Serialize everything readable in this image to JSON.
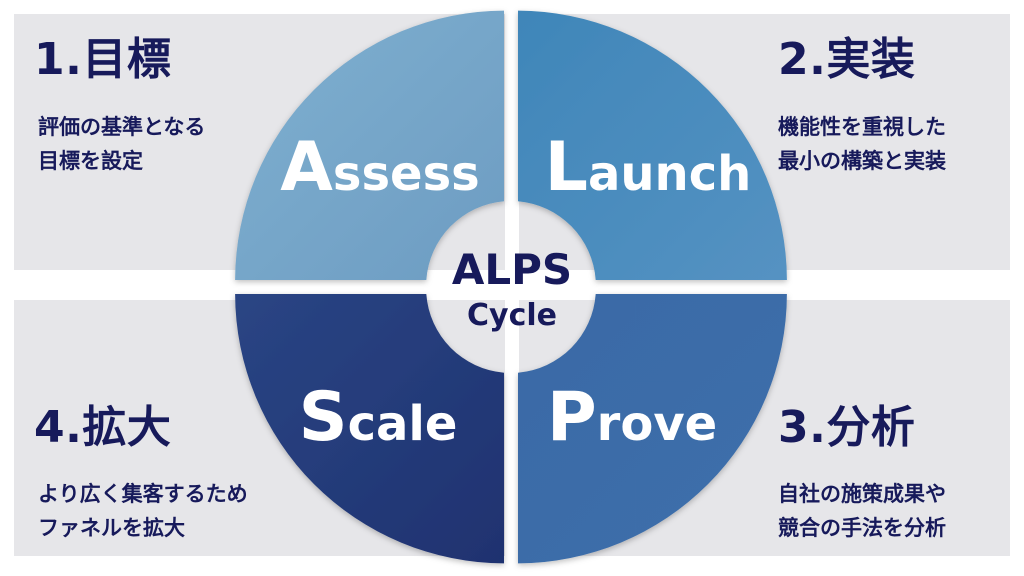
{
  "colors": {
    "navy_text": "#171a5b",
    "panel_bg": "#e6e6e9",
    "assess": "#78a6c8",
    "launch": "#4a88bb",
    "prove": "#3c6aa5",
    "scale": "#243a7a"
  },
  "steps": {
    "assess": {
      "title": "1.目標",
      "desc_line1": "評価の基準となる",
      "desc_line2": "目標を設定",
      "initial": "A",
      "rest": "ssess"
    },
    "launch": {
      "title": "2.実装",
      "desc_line1": "機能性を重視した",
      "desc_line2": "最小の構築と実装",
      "initial": "L",
      "rest": "aunch"
    },
    "prove": {
      "title": "3.分析",
      "desc_line1": "自社の施策成果や",
      "desc_line2": "競合の手法を分析",
      "initial": "P",
      "rest": "rove"
    },
    "scale": {
      "title": "4.拡大",
      "desc_line1": "より広く集客するため",
      "desc_line2": "ファネルを拡大",
      "initial": "S",
      "rest": "cale"
    }
  },
  "center": {
    "line1": "ALPS",
    "line2": "Cycle"
  }
}
